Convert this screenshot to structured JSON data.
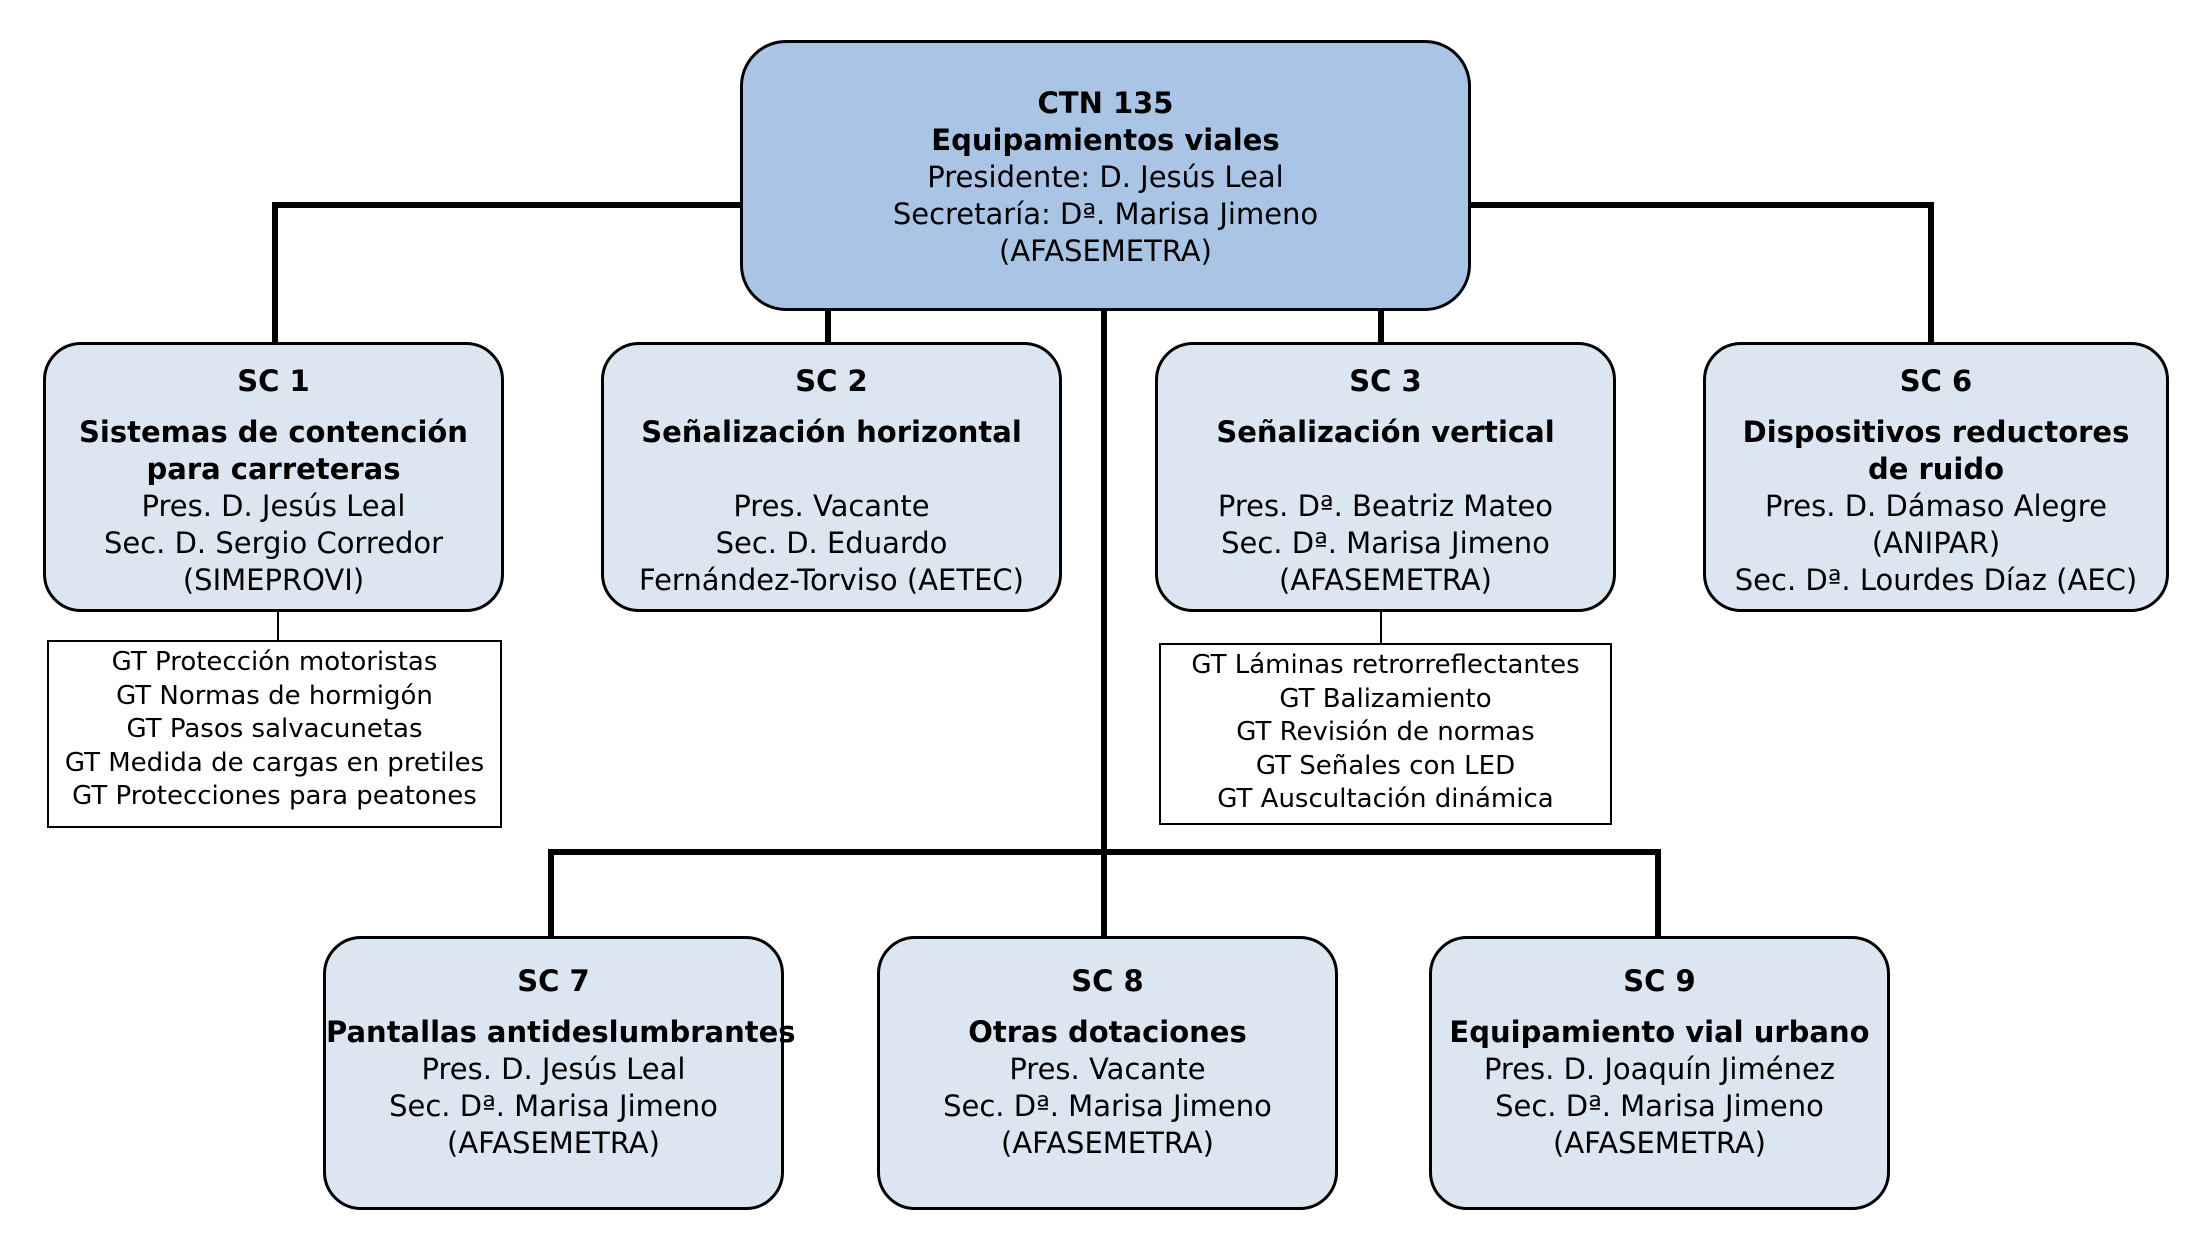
{
  "root": {
    "code": "CTN 135",
    "name": "Equipamientos viales",
    "lines": [
      "Presidente: D. Jesús Leal",
      "Secretaría: Dª. Marisa Jimeno",
      "(AFASEMETRA)"
    ]
  },
  "subcommittees": [
    {
      "code": "SC 1",
      "name_lines": [
        "Sistemas de contención",
        "para carreteras"
      ],
      "lines": [
        "Pres. D. Jesús Leal",
        "Sec. D. Sergio Corredor",
        "(SIMEPROVI)"
      ]
    },
    {
      "code": "SC 2",
      "name_lines": [
        "Señalización horizontal",
        ""
      ],
      "lines": [
        "Pres. Vacante",
        "Sec. D. Eduardo",
        "Fernández-Torviso (AETEC)"
      ]
    },
    {
      "code": "SC 3",
      "name_lines": [
        "Señalización vertical",
        ""
      ],
      "lines": [
        "Pres. Dª. Beatriz Mateo",
        "Sec. Dª. Marisa Jimeno",
        "(AFASEMETRA)"
      ]
    },
    {
      "code": "SC 6",
      "name_lines": [
        "Dispositivos reductores",
        "de ruido"
      ],
      "lines": [
        "Pres. D. Dámaso Alegre",
        "(ANIPAR)",
        "Sec. Dª. Lourdes Díaz (AEC)"
      ]
    },
    {
      "code": "SC 7",
      "name_lines": [
        "Pantallas antideslumbrantes"
      ],
      "lines": [
        "Pres. D. Jesús Leal",
        "Sec. Dª. Marisa Jimeno",
        "(AFASEMETRA)"
      ]
    },
    {
      "code": "SC 8",
      "name_lines": [
        "Otras dotaciones"
      ],
      "lines": [
        "Pres. Vacante",
        "Sec. Dª. Marisa Jimeno",
        "(AFASEMETRA)"
      ]
    },
    {
      "code": "SC 9",
      "name_lines": [
        "Equipamiento vial urbano"
      ],
      "lines": [
        "Pres. D. Joaquín Jiménez",
        "Sec. Dª. Marisa Jimeno",
        "(AFASEMETRA)"
      ]
    }
  ],
  "working_groups": {
    "sc1": [
      "GT Protección motoristas",
      "GT Normas de hormigón",
      "GT Pasos salvacunetas",
      "GT Medida de cargas en pretiles",
      "GT Protecciones para peatones"
    ],
    "sc3": [
      "GT Láminas retrorreflectantes",
      "GT Balizamiento",
      "GT Revisión de normas",
      "GT Señales con LED",
      "GT Auscultación dinámica"
    ]
  },
  "colors": {
    "root_fill": "#a9c4e4",
    "box_fill": "#dce6f1",
    "line": "#000000"
  }
}
